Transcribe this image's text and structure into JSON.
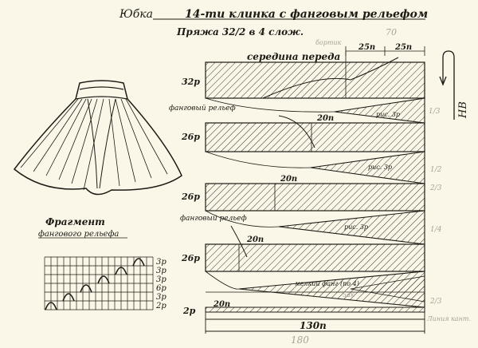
{
  "header": {
    "title_left": "Юбка",
    "title_main": "14-ти клинка с фанговым рельефом",
    "subtitle": "Пряжа 32/2 в 4 слож."
  },
  "labels": {
    "center_front": "середина переда",
    "border_note": "бортик",
    "relief_top": "фанговый рельеф",
    "relief_mid": "фанговый рельеф",
    "nv": "НВ",
    "width_total": "130п",
    "top_25_a": "25п",
    "top_25_b": "25п",
    "mark_20_a": "20п",
    "mark_20_b": "20п",
    "mark_20_c": "20п",
    "mark_20_d": "20п",
    "wedge_text_1": "рис. 3р",
    "wedge_text_2": "рис. 3р",
    "wedge_text_3": "рис. 3р",
    "wedge_text_bottom": "мелкий фанг (по 4)",
    "pencil_70": "70",
    "pencil_180": "180",
    "pencil_note": "Линия кант.",
    "pencil_sum": "5ак"
  },
  "rows": [
    "32р",
    "26р",
    "26р",
    "26р",
    "2р"
  ],
  "fragment": {
    "title": "Фрагмент",
    "subtitle": "фангового рельефа",
    "row_counts": [
      "3р",
      "3р",
      "3р",
      "6р",
      "3р",
      "2р"
    ]
  },
  "pencil_margin": [
    "1/3",
    "1/2",
    "2/3",
    "1/4",
    "2/3"
  ],
  "colors": {
    "ink": "#1d1a15",
    "paper": "#fbf7e8",
    "pencil": "#a8a295"
  }
}
